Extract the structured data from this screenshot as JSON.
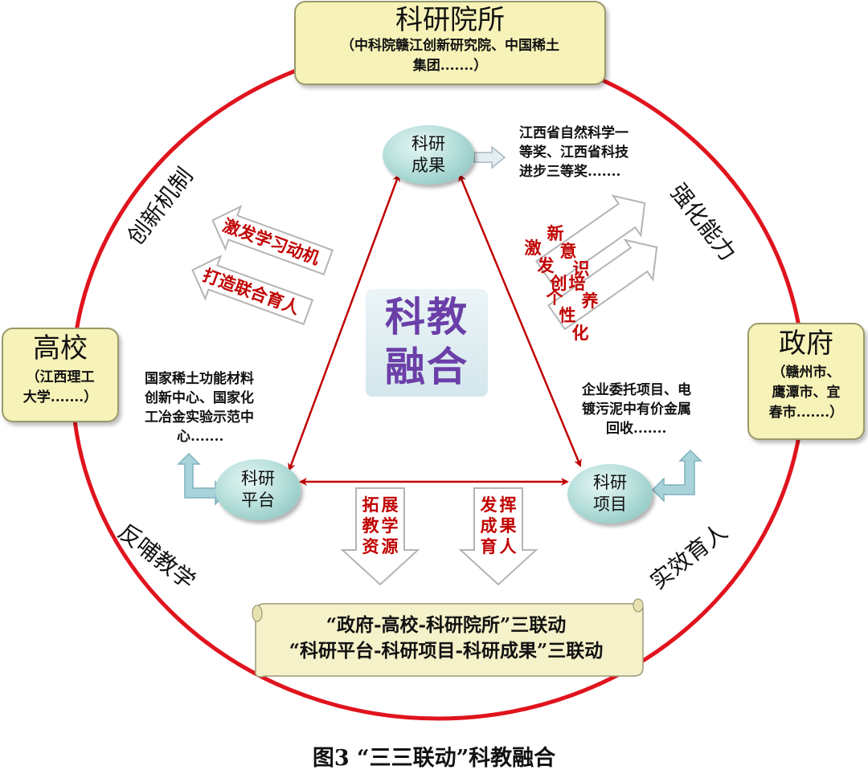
{
  "top_box": {
    "title": "科研院所",
    "detail_line1": "（中科院赣江创新研究院、中国稀土",
    "detail_line2": "集团.......）"
  },
  "left_box": {
    "title": "高校",
    "detail_line1": "（江西理工",
    "detail_line2": "大学.......）"
  },
  "right_box": {
    "title": "政府",
    "detail_line1": "（赣州市、",
    "detail_line2": "鹰潭市、宜",
    "detail_line3": "春市.......）"
  },
  "nodes": {
    "achievements": {
      "line1": "科研",
      "line2": "成果"
    },
    "platform": {
      "line1": "科研",
      "line2": "平台"
    },
    "project": {
      "line1": "科研",
      "line2": "项目"
    }
  },
  "notes": {
    "achievements": [
      "江西省自然科学一",
      "等奖、江西省科技",
      "进步三等奖......."
    ],
    "platform": [
      "国家稀土功能材料",
      "创新中心、国家化",
      "工冶金实验示范中",
      "心......."
    ],
    "project": [
      "企业委托项目、电",
      "镀污泥中有价金属",
      "回收......."
    ]
  },
  "center": {
    "line1": "科教",
    "line2": "融合"
  },
  "side_labels": {
    "top_left": "创新机制",
    "top_right": "强化能力",
    "bottom_left": "反哺教学",
    "bottom_right": "实效育人"
  },
  "arrow_labels": {
    "left_upper": "激发学习动机",
    "left_lower": "打造联合育人",
    "right_upper": "激发创新意识",
    "right_lower": "个性化培养",
    "bottom_left": "拓展教学资源",
    "bottom_right": "发挥成果育人"
  },
  "scroll": {
    "line1": "“政府-高校-科研院所”三联动",
    "line2": "“科研平台-科研项目-科研成果”三联动"
  },
  "caption": "图3 “三三联动”科教融合",
  "colors": {
    "circle": "#e0141e",
    "arrow_red": "#c00000",
    "box_fill": "#f6f2b8",
    "node_fill": "#b8e0dc",
    "center_text": "#6b3fa8"
  }
}
